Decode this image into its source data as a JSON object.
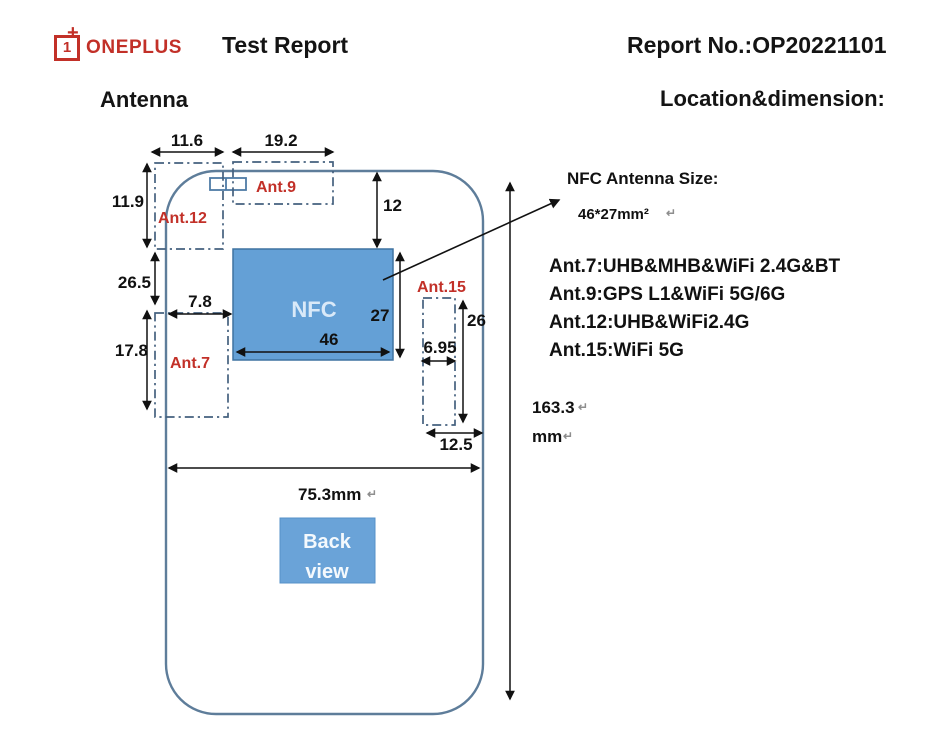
{
  "header": {
    "logo_one": "1",
    "logo_plus": "+",
    "logo_brand": "ONEPLUS",
    "title": "Test Report",
    "report_no": "Report No.:OP20221101",
    "section_left": "Antenna",
    "section_right": "Location&dimension:"
  },
  "diagram": {
    "nfc_label": "NFC",
    "back_view": {
      "line1": "Back",
      "line2": "view"
    },
    "antennas": {
      "ant9": "Ant.9",
      "ant12": "Ant.12",
      "ant7": "Ant.7",
      "ant15": "Ant.15"
    },
    "dims": {
      "top_left": "11.6",
      "top_mid": "19.2",
      "left_upper": "11.9",
      "left_middle": "26.5",
      "left_lower": "17.8",
      "edge_gap": "7.8",
      "nfc_top_offset": "12",
      "nfc_height": "27",
      "nfc_width": "46",
      "ant15_height": "26",
      "ant15_width": "6.95",
      "ant15_edge": "12.5",
      "body_width": "75.3mm",
      "body_height": "163.3",
      "body_height_unit": "mm",
      "return_mark": "↵"
    }
  },
  "notes": {
    "nfc_size_title": "NFC Antenna Size:",
    "nfc_size_value": "46*27mm²",
    "ant_list": [
      "Ant.7:UHB&MHB&WiFi 2.4G&BT",
      "Ant.9:GPS L1&WiFi 5G/6G",
      "Ant.12:UHB&WiFi2.4G",
      "Ant.15:WiFi 5G"
    ]
  },
  "colors": {
    "brand_red": "#c23028",
    "antenna_label_red": "#c23028",
    "phone_outline": "#5e7d9a",
    "nfc_fill": "#64a0d6",
    "back_view_fill": "#6aa3d8",
    "dash_region": "#44607e"
  }
}
